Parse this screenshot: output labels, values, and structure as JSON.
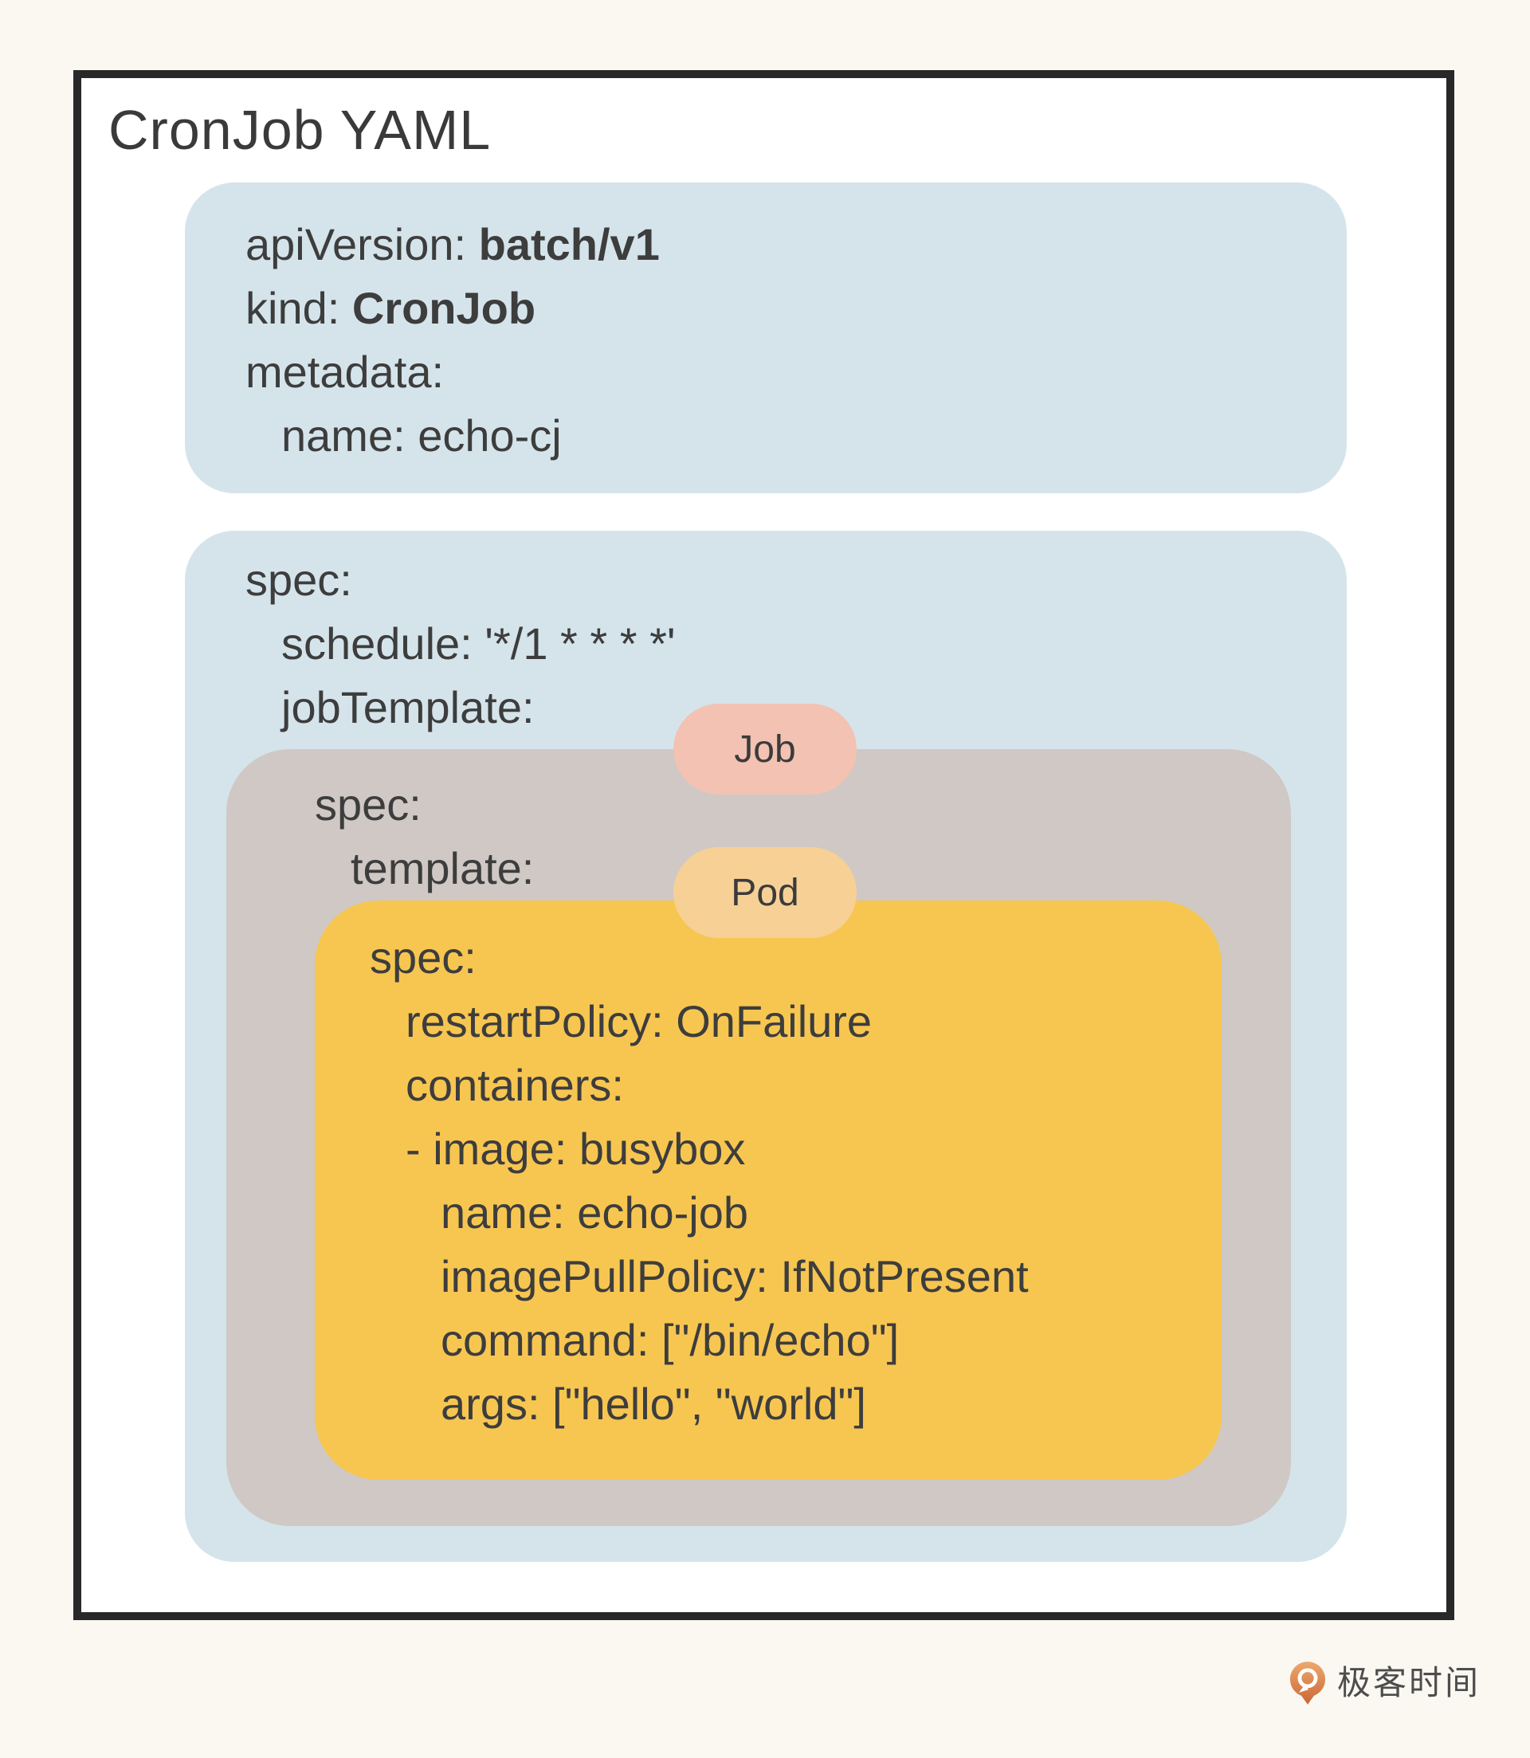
{
  "title": "CronJob YAML",
  "colors": {
    "page_bg": "#faf8f1",
    "frame_bg": "#ffffff",
    "frame_border": "#282828",
    "blue_block": "#d5e4eb",
    "gray_block": "#cfc8c5",
    "yellow_block": "#f7c651",
    "job_badge": "#f3c2b2",
    "pod_badge": "#f7d096",
    "text": "#3d3d3d",
    "logo_orange_top": "#eda86e",
    "logo_orange_bottom": "#c96837"
  },
  "metadata_block": {
    "lines": [
      {
        "indent": 0,
        "parts": [
          {
            "t": "apiVersion: "
          },
          {
            "t": "batch/v1",
            "b": true
          }
        ]
      },
      {
        "indent": 0,
        "parts": [
          {
            "t": "kind: "
          },
          {
            "t": "CronJob",
            "b": true
          }
        ]
      },
      {
        "indent": 0,
        "parts": [
          {
            "t": "metadata:"
          }
        ]
      },
      {
        "indent": 1,
        "parts": [
          {
            "t": "name: echo-cj"
          }
        ]
      }
    ]
  },
  "spec_block": {
    "lines": [
      {
        "indent": 0,
        "parts": [
          {
            "t": "spec:"
          }
        ]
      },
      {
        "indent": 1,
        "parts": [
          {
            "t": "schedule: '*/1 * * * *'"
          }
        ]
      },
      {
        "indent": 1,
        "parts": [
          {
            "t": "jobTemplate:"
          }
        ]
      }
    ]
  },
  "job_block": {
    "badge": "Job",
    "lines": [
      {
        "indent": 0,
        "parts": [
          {
            "t": "spec:"
          }
        ]
      },
      {
        "indent": 1,
        "parts": [
          {
            "t": "template:"
          }
        ]
      }
    ]
  },
  "pod_block": {
    "badge": "Pod",
    "lines": [
      {
        "indent": 0,
        "parts": [
          {
            "t": "spec:"
          }
        ]
      },
      {
        "indent": 1,
        "parts": [
          {
            "t": "restartPolicy: OnFailure"
          }
        ]
      },
      {
        "indent": 1,
        "parts": [
          {
            "t": "containers:"
          }
        ]
      },
      {
        "indent": 1,
        "parts": [
          {
            "t": "- image: busybox"
          }
        ]
      },
      {
        "indent": 2,
        "parts": [
          {
            "t": "name: echo-job"
          }
        ]
      },
      {
        "indent": 2,
        "parts": [
          {
            "t": "imagePullPolicy: IfNotPresent"
          }
        ]
      },
      {
        "indent": 2,
        "parts": [
          {
            "t": "command: [\"/bin/echo\"]"
          }
        ]
      },
      {
        "indent": 2,
        "parts": [
          {
            "t": "args: [\"hello\", \"world\"]"
          }
        ]
      }
    ]
  },
  "footer": {
    "logo_text": "极客时间"
  }
}
